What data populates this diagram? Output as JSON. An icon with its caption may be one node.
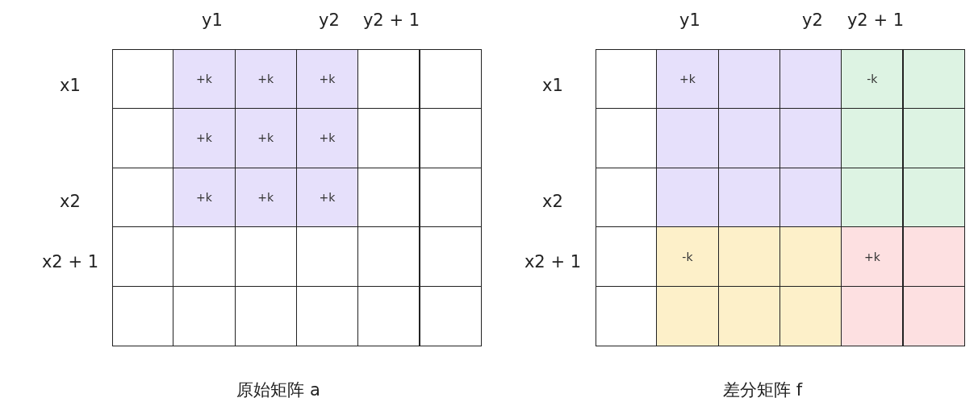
{
  "diagram": {
    "labels": [
      "y1",
      "y2",
      "y2 + 1",
      "y1",
      "y2",
      "y2 + 1",
      "x1",
      "+k",
      "+k",
      "+k",
      "x1",
      "+k",
      "-k",
      "+k",
      "+k",
      "+k",
      "x2",
      "+k",
      "+k",
      "+k",
      "x2",
      "x2 + 1",
      "x2 + 1",
      "-k",
      "+k",
      "原始矩阵 a",
      "差分矩阵 f"
    ]
  }
}
